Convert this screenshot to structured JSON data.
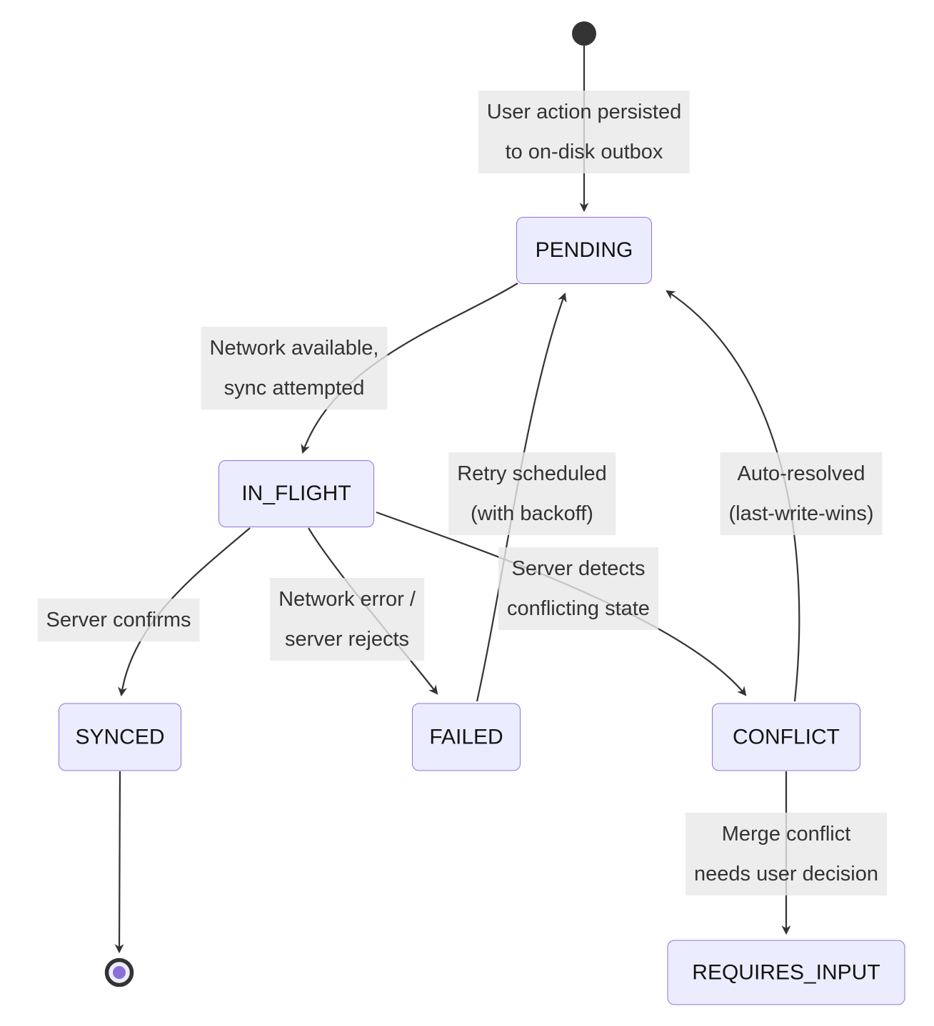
{
  "diagram_type": "state-machine",
  "nodes": {
    "pending": {
      "label": "PENDING"
    },
    "in_flight": {
      "label": "IN_FLIGHT"
    },
    "synced": {
      "label": "SYNCED"
    },
    "failed": {
      "label": "FAILED"
    },
    "conflict": {
      "label": "CONFLICT"
    },
    "requires_input": {
      "label": "REQUIRES_INPUT"
    }
  },
  "edges": {
    "start_to_pending": {
      "from": "[*]",
      "to": "PENDING",
      "line1": "User action persisted",
      "line2": "to on-disk outbox"
    },
    "pending_to_in_flight": {
      "from": "PENDING",
      "to": "IN_FLIGHT",
      "line1": "Network available,",
      "line2": "sync attempted"
    },
    "in_flight_to_synced": {
      "from": "IN_FLIGHT",
      "to": "SYNCED",
      "line1": "Server confirms"
    },
    "in_flight_to_failed": {
      "from": "IN_FLIGHT",
      "to": "FAILED",
      "line1": "Network error /",
      "line2": "server rejects"
    },
    "in_flight_to_conflict": {
      "from": "IN_FLIGHT",
      "to": "CONFLICT",
      "line1": "Server detects",
      "line2": "conflicting state"
    },
    "failed_to_pending": {
      "from": "FAILED",
      "to": "PENDING",
      "line1": "Retry scheduled",
      "line2": "(with backoff)"
    },
    "conflict_to_pending": {
      "from": "CONFLICT",
      "to": "PENDING",
      "line1": "Auto-resolved",
      "line2": "(last-write-wins)"
    },
    "conflict_to_requires": {
      "from": "CONFLICT",
      "to": "REQUIRES_INPUT",
      "line1": "Merge conflict",
      "line2": "needs user decision"
    },
    "synced_to_end": {
      "from": "SYNCED",
      "to": "[*]"
    }
  },
  "colors": {
    "node_fill": "#ECECFF",
    "node_border": "#9370DB",
    "node_text": "#131313",
    "edge_stroke": "#333333",
    "label_bg": "#e8e8e8",
    "label_text": "#333333",
    "start_dot": "#333333",
    "final_inner_dot": "#8a6fd8",
    "background": "#ffffff"
  }
}
